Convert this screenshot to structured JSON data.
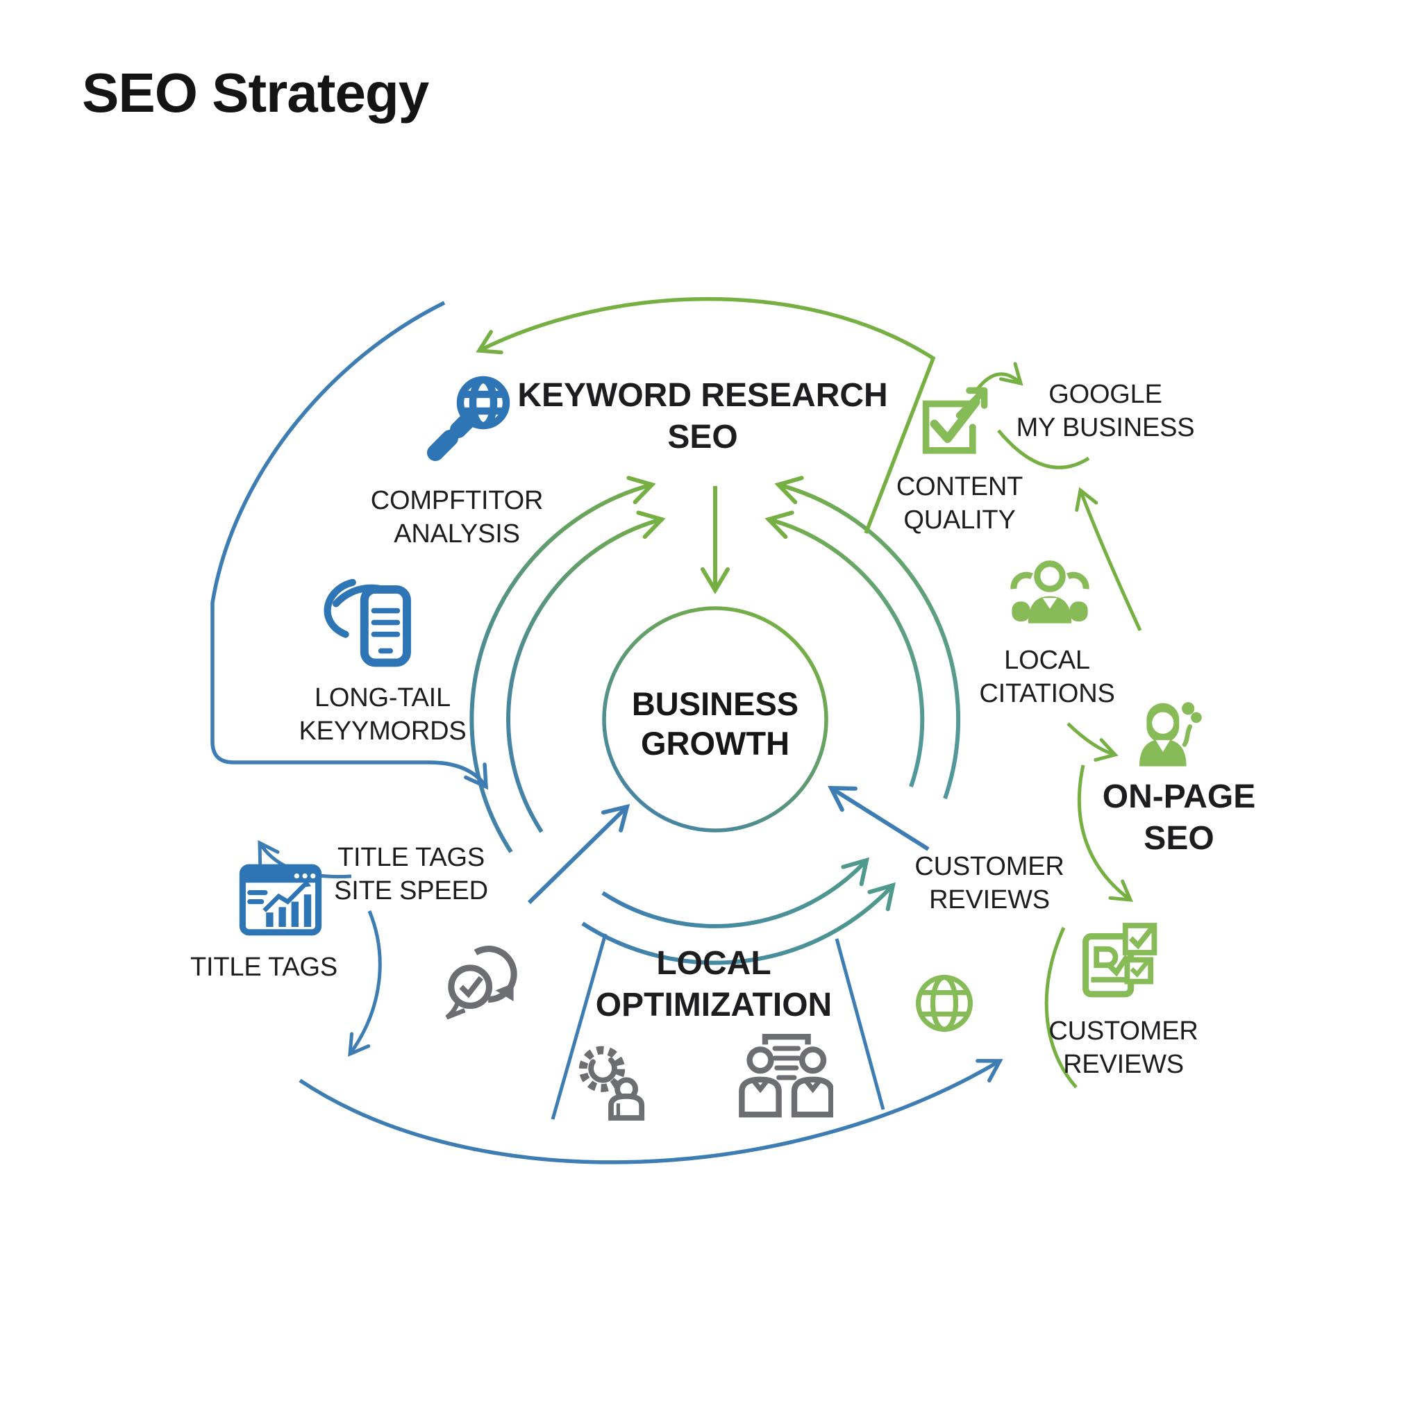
{
  "page": {
    "title": "SEO Strategy"
  },
  "center": {
    "line1": "BUSINESS",
    "line2": "GROWTH"
  },
  "sections": {
    "keyword_research": {
      "line1": "KEYWORD RESEARCH",
      "line2": "SEO"
    },
    "on_page": {
      "line1": "ON-PAGE",
      "line2": "SEO"
    },
    "local_optimization": {
      "line1": "LOCAL",
      "line2": "OPTIMIZATION"
    }
  },
  "labels": {
    "competitor_analysis": {
      "line1": "COMPFTITOR",
      "line2": "ANALYSIS"
    },
    "long_tail_keywords": {
      "line1": "LONG-TAIL",
      "line2": "KEYYMORDS"
    },
    "title_tags_site_speed": {
      "line1": "TITLE TAGS",
      "line2": "SITE SPEED"
    },
    "title_tags": {
      "line1": "TITLE TAGS"
    },
    "google_my_business": {
      "line1": "GOOGLE",
      "line2": "MY BUSINESS"
    },
    "content_quality": {
      "line1": "CONTENT",
      "line2": "QUALITY"
    },
    "local_citations": {
      "line1": "LOCAL",
      "line2": "CITATIONS"
    },
    "customer_reviews_mid": {
      "line1": "CUSTOMER",
      "line2": "REVIEWS"
    },
    "customer_reviews_bottom": {
      "line1": "CUSTOMER",
      "line2": "REVIEWS"
    }
  },
  "icons": [
    "magnifier-globe-icon",
    "swirl-mobile-icon",
    "browser-analytics-icon",
    "checkbox-growth-icon",
    "people-group-icon",
    "globe-icon",
    "onpage-person-icon",
    "tablet-review-icon",
    "review-bubbles-icon",
    "gear-person-icon",
    "meeting-people-icon"
  ],
  "colors": {
    "green": "#76b043",
    "icon_green": "#86bb57",
    "blue": "#3d7db4",
    "icon_blue": "#2e75b5",
    "teal": "#4f96a0",
    "gray": "#6d6e71",
    "text": "#1d1d1f",
    "background": "#ffffff"
  }
}
